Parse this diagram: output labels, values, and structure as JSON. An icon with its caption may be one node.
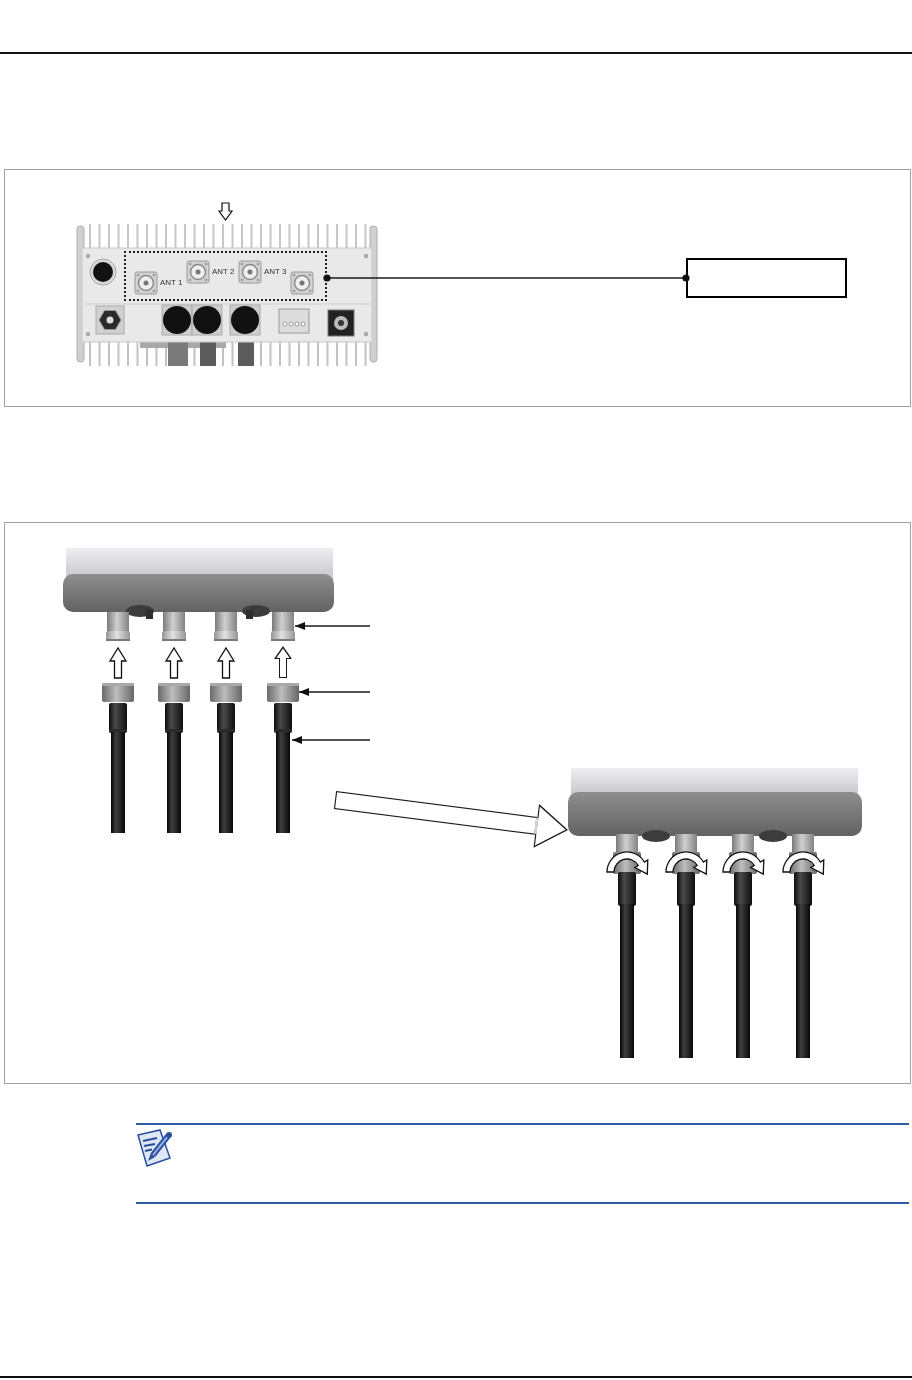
{
  "diagram": {
    "nodes": [
      {
        "text": [],
        "shape": "box"
      },
      {
        "text": [],
        "shape": "box"
      },
      {
        "text": [],
        "shape": "picture"
      },
      {
        "text": [],
        "shape": "picture",
        "in": 2
      },
      {
        "text": [],
        "shape": "picture",
        "in": 2
      },
      {
        "text": [],
        "shape": "picture",
        "in": 2
      },
      {
        "text": [],
        "shape": "picture"
      }
    ],
    "edges": [
      {
        "from": 0,
        "to": 1,
        "arrow": "other"
      },
      {
        "from": null,
        "to": 3,
        "arrow": "to"
      },
      {
        "from": 4,
        "to": 3,
        "arrow": "to",
        "style": "thick"
      },
      {
        "from": null,
        "to": 4,
        "arrow": "to"
      },
      {
        "from": null,
        "to": 5,
        "arrow": "to"
      },
      {
        "from": 2,
        "to": 6,
        "arrow": "to",
        "style": "thick"
      }
    ],
    "labels": [
      "ANT 1",
      "ANT 2",
      "ANT 3"
    ]
  }
}
